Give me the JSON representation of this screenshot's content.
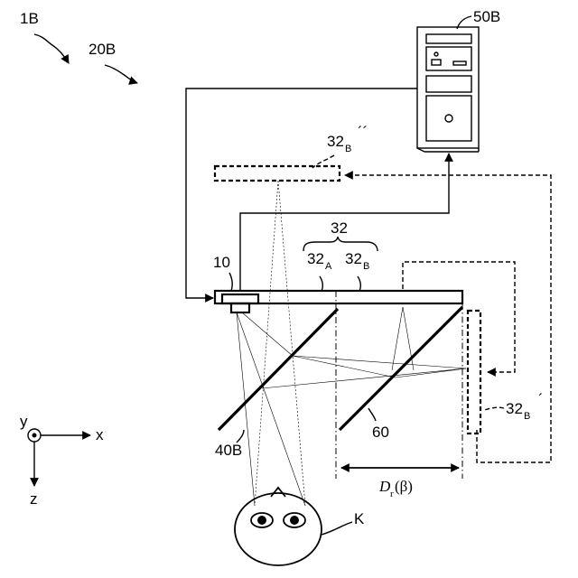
{
  "labels": {
    "system": "1B",
    "apparatus": "20B",
    "computer": "50B",
    "display_element": "10",
    "screen": "32",
    "screen_a": "32",
    "screen_a_sub": "A",
    "screen_b": "32",
    "screen_b_sub": "B",
    "virtual_top": "32",
    "virtual_top_sub": "B",
    "virtual_top_primes": "´´",
    "virtual_side": "32",
    "virtual_side_sub": "B",
    "virtual_side_prime": "´",
    "mirror_left": "40B",
    "mirror_right": "60",
    "distance_d": "D",
    "distance_sub": "r",
    "distance_arg": "(β)",
    "observer": "K"
  },
  "axes": {
    "y": "y",
    "x": "x",
    "z": "z"
  }
}
